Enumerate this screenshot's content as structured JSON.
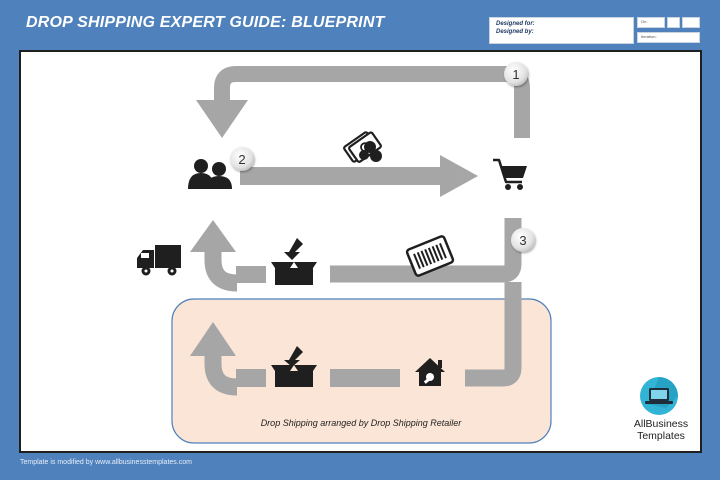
{
  "header": {
    "title": "DROP SHIPPING EXPERT GUIDE: BLUEPRINT",
    "designed_for_label": "Designed for:",
    "designed_by_label": "Designed by:",
    "on_label": "On:",
    "iteration_label": "Iteration:"
  },
  "diagram": {
    "steps": [
      "1",
      "2",
      "3"
    ],
    "caption": "Drop Shipping arranged by Drop Shipping Retailer",
    "icons": {
      "customers": "users-icon",
      "payment": "money-icon",
      "cart": "shopping-cart-icon",
      "barcode": "barcode-icon",
      "package": "package-icon",
      "truck": "delivery-truck-icon",
      "warehouse": "warehouse-icon"
    },
    "colors": {
      "arrow": "#a6a6a6",
      "icon": "#1f1f1f",
      "highlight_fill": "#fbe5d6",
      "highlight_border": "#4f81bd"
    }
  },
  "brand": {
    "line1": "AllBusiness",
    "line2": "Templates",
    "badge_color": "#31b4d6"
  },
  "footer": {
    "text": "Template is modified by www.allbusinesstemplates.com"
  }
}
